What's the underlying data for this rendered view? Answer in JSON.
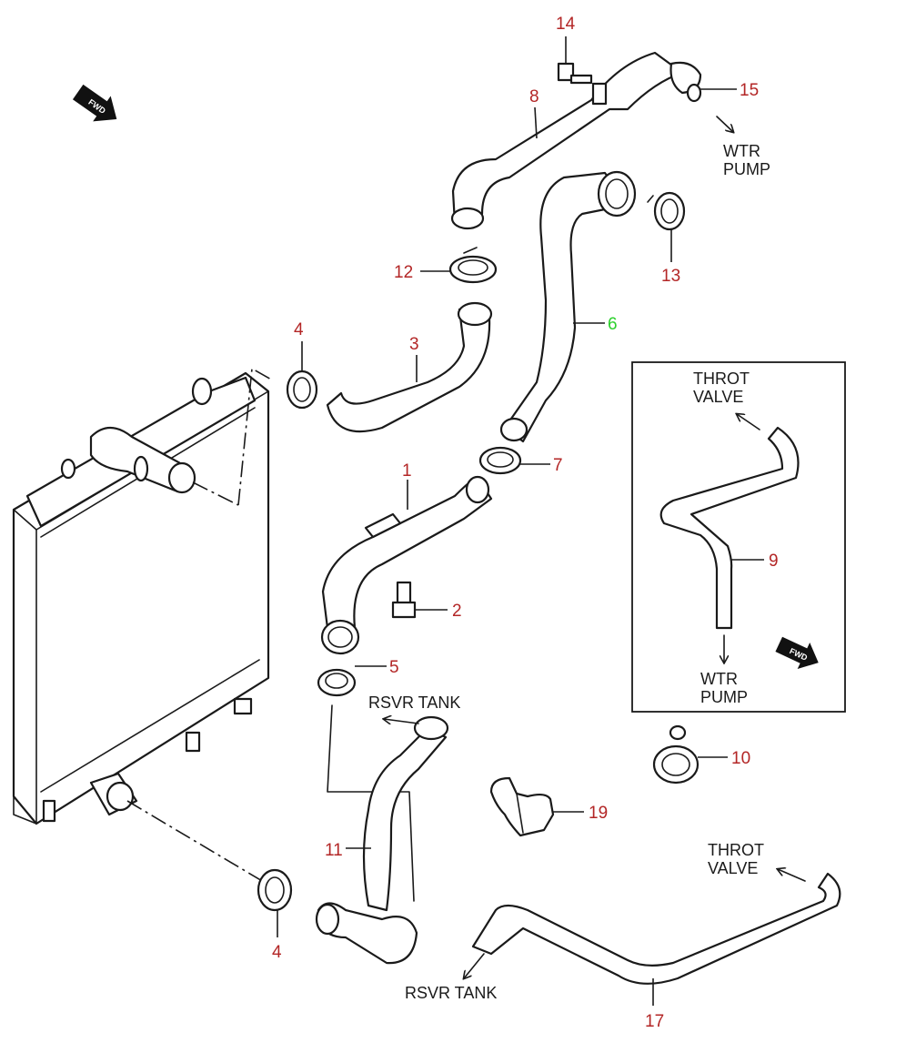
{
  "colors": {
    "callout": "#b32626",
    "callout_highlight": "#2bd12b",
    "line": "#1a1a1a"
  },
  "callouts": {
    "c1": "1",
    "c2": "2",
    "c3": "3",
    "c4a": "4",
    "c4b": "4",
    "c5": "5",
    "c6": "6",
    "c7": "7",
    "c8": "8",
    "c9": "9",
    "c10": "10",
    "c11": "11",
    "c12": "12",
    "c13": "13",
    "c14": "14",
    "c15": "15",
    "c17": "17",
    "c19": "19"
  },
  "notes": {
    "wtr_pump_top_1": "WTR",
    "wtr_pump_top_2": "PUMP",
    "throt_box_1": "THROT",
    "throt_box_2": "VALVE",
    "wtr_pump_box_1": "WTR",
    "wtr_pump_box_2": "PUMP",
    "rsvr_tank_mid": "RSVR TANK",
    "throt_bottom_1": "THROT",
    "throt_bottom_2": "VALVE",
    "rsvr_tank_bottom": "RSVR TANK"
  },
  "fwd_markers": {
    "label": "FWD"
  },
  "icons": [
    "fwd-arrow-icon",
    "bolt-icon",
    "hose-clamp-icon",
    "o-ring-icon"
  ]
}
